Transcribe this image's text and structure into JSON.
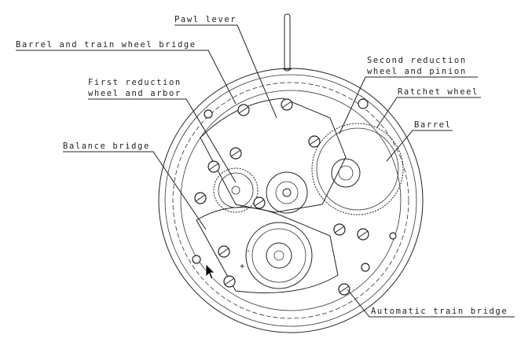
{
  "labels": {
    "pawl_lever": "Pawl lever",
    "barrel_bridge": "Barrel and train wheel bridge",
    "second_reduction_1": "Second reduction",
    "second_reduction_2": "wheel and pinion",
    "first_reduction_1": "First reduction",
    "first_reduction_2": "wheel and arbor",
    "ratchet_wheel": "Ratchet wheel",
    "barrel": "Barrel",
    "balance_bridge": "Balance bridge",
    "automatic_train_bridge": "Automatic train bridge"
  },
  "balance_marks": {
    "minus": "-",
    "plus": "+"
  }
}
